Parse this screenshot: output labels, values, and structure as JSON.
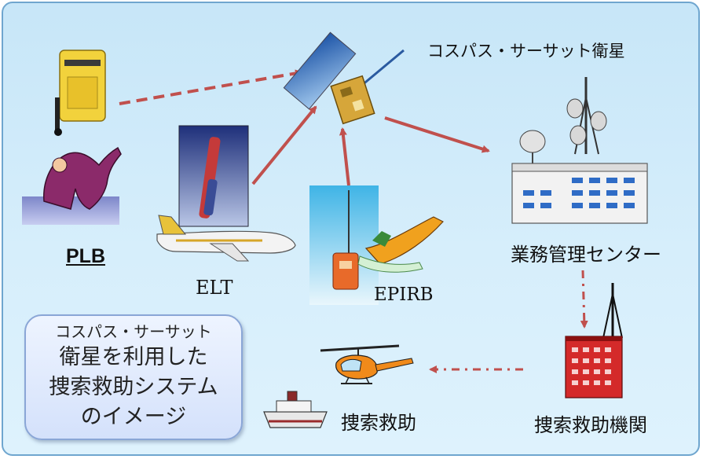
{
  "labels": {
    "satellite": "コスパス・サーサット衛星",
    "plb": "PLB",
    "elt": "ELT",
    "epirb": "EPIRB",
    "mission_control_center": "業務管理センター",
    "search_and_rescue": "捜索救助",
    "rescue_organization": "捜索救助機関"
  },
  "caption": {
    "line1": "コスパス・サーサット",
    "line2": "衛星を利用した",
    "line3": "捜索救助システム",
    "line4": "のイメージ"
  },
  "colors": {
    "arrow": "#c0504d",
    "frame_border": "#6fa6cf",
    "background": "#cfeaf9",
    "caption_border": "#8aa6d6"
  },
  "icons": [
    "satellite-icon",
    "plb-beacon-icon",
    "drowning-person-icon",
    "elt-beacon-icon",
    "airplane-icon",
    "epirb-beacon-icon",
    "boat-icon",
    "control-center-building-icon",
    "rescue-agency-building-icon",
    "helicopter-icon",
    "ship-icon"
  ]
}
